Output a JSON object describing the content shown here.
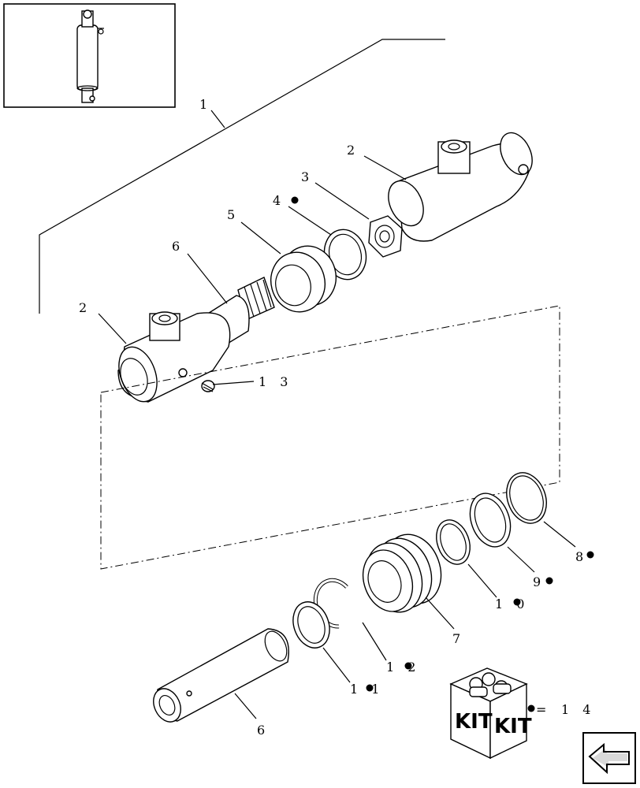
{
  "callouts": {
    "c1": "1",
    "c2_top": "2",
    "c2_left": "2",
    "c3": "3",
    "c4": "4",
    "c5": "5",
    "c6_top": "6",
    "c6_bottom": "6",
    "c7": "7",
    "c8": "8",
    "c9": "9",
    "c10": "1 0",
    "c11": "1 1",
    "c12": "1 2",
    "c13": "1 3",
    "c14": "1 4"
  },
  "kit": {
    "left_label": "KIT",
    "right_label": "KIT",
    "equals": "="
  },
  "icons": {
    "thumbnail": "cylinder-assembly-thumbnail-icon",
    "navigation": "back-arrow-icon",
    "marker": "kit-bullet-icon"
  }
}
